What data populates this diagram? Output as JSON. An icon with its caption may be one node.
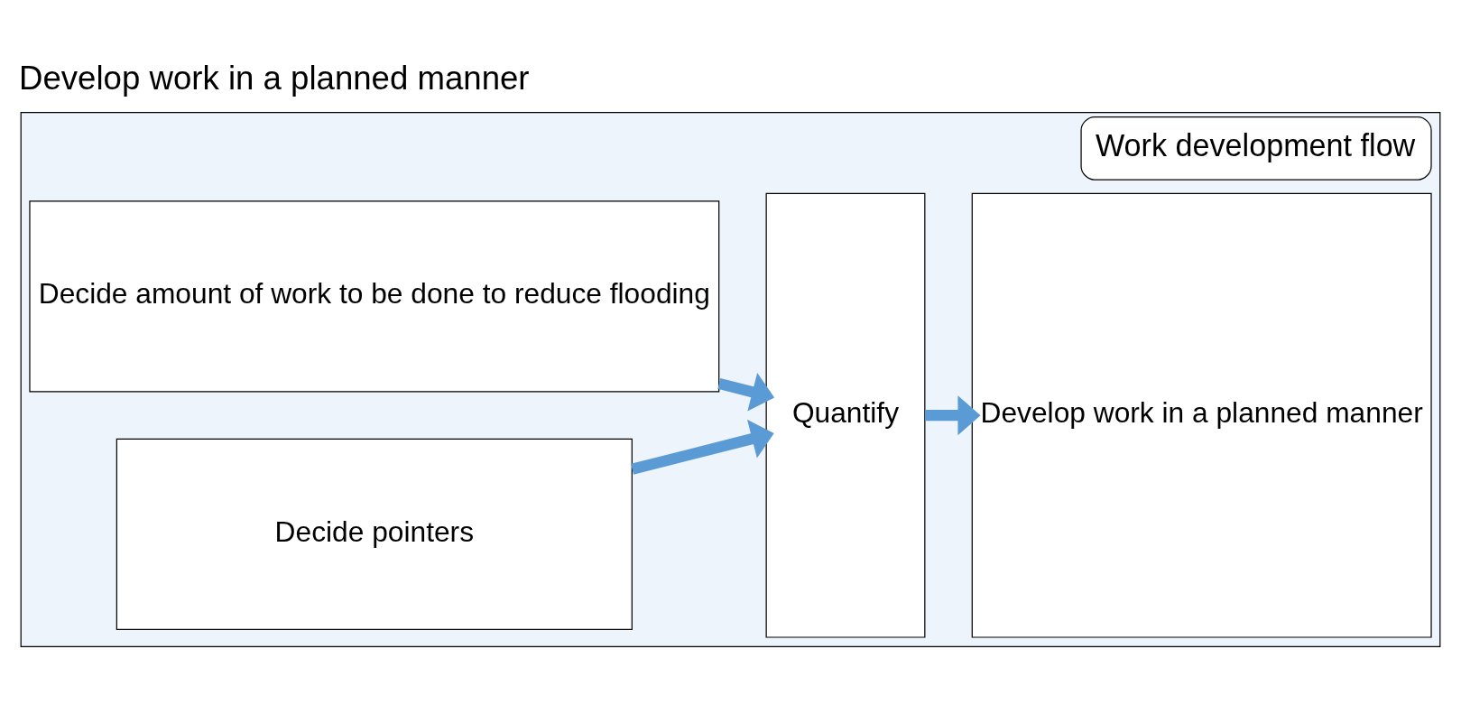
{
  "diagram": {
    "title": "Develop work in a planned manner",
    "nodes": [
      {
        "text": [
          "Work development flow"
        ]
      },
      {
        "text": [
          "Decide amount of work to be done to reduce flooding"
        ],
        "in": 0
      },
      {
        "text": [
          "Decide pointers"
        ],
        "in": 0
      },
      {
        "text": [
          "Quantify"
        ],
        "in": 0
      },
      {
        "text": [
          "Develop work in a planned manner"
        ],
        "in": 0
      }
    ],
    "edges": [
      {
        "from": 1,
        "to": 3,
        "arrow": "to"
      },
      {
        "from": 2,
        "to": 3,
        "arrow": "to"
      },
      {
        "from": 3,
        "to": 4,
        "arrow": "to"
      }
    ]
  }
}
